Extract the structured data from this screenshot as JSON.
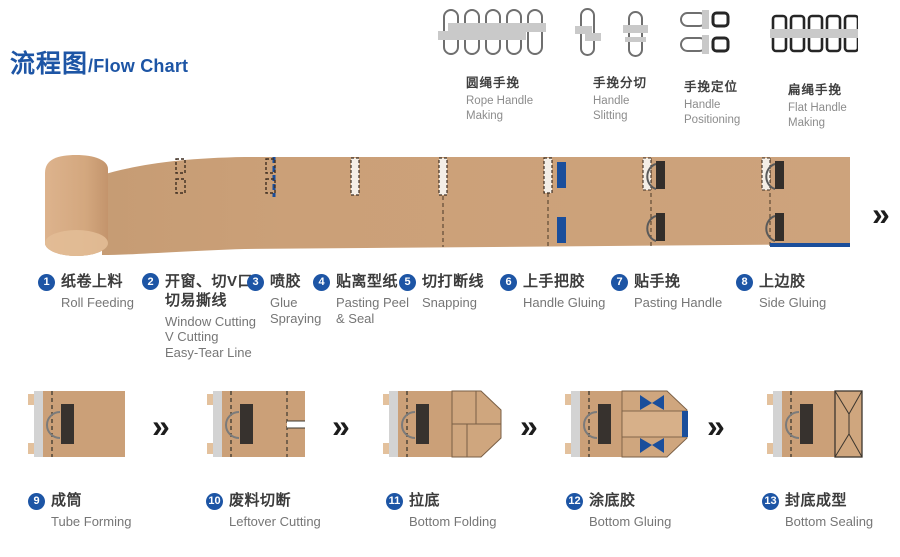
{
  "title": {
    "zh": "流程图",
    "en": "/Flow Chart"
  },
  "top_processes": [
    {
      "zh": "圆绳手挽",
      "en": "Rope Handle\nMaking"
    },
    {
      "zh": "手挽分切",
      "en": "Handle\nSlitting"
    },
    {
      "zh": "手挽定位",
      "en": "Handle\nPositioning"
    },
    {
      "zh": "扁绳手挽",
      "en": "Flat Handle\nMaking"
    }
  ],
  "steps_top": [
    {
      "num": "1",
      "zh": "纸卷上料",
      "en": "Roll Feeding"
    },
    {
      "num": "2",
      "zh": "开窗、切V口\n切易撕线",
      "en": "Window Cutting\nV Cutting\nEasy-Tear Line"
    },
    {
      "num": "3",
      "zh": "喷胶",
      "en": "Glue\nSpraying"
    },
    {
      "num": "4",
      "zh": "贴离型纸",
      "en": "Pasting Peel\n& Seal"
    },
    {
      "num": "5",
      "zh": "切打断线",
      "en": "Snapping"
    },
    {
      "num": "6",
      "zh": "上手把胶",
      "en": "Handle Gluing"
    },
    {
      "num": "7",
      "zh": "贴手挽",
      "en": "Pasting Handle"
    },
    {
      "num": "8",
      "zh": "上边胶",
      "en": "Side Gluing"
    }
  ],
  "steps_bottom": [
    {
      "num": "9",
      "zh": "成筒",
      "en": "Tube Forming"
    },
    {
      "num": "10",
      "zh": "废料切断",
      "en": "Leftover Cutting"
    },
    {
      "num": "11",
      "zh": "拉底",
      "en": "Bottom Folding"
    },
    {
      "num": "12",
      "zh": "涂底胶",
      "en": "Bottom Gluing"
    },
    {
      "num": "13",
      "zh": "封底成型",
      "en": "Bottom Sealing"
    }
  ],
  "arrow_glyph": "»",
  "colors": {
    "accent_blue": "#1d55a5",
    "glue_blue": "#1a4e9b",
    "paper": "#cba078",
    "paper_light": "#dfb992",
    "handle_dark": "#332e2a",
    "icon_gray": "#c9c9c9",
    "text_dark": "#3c3c3c",
    "text_gray": "#767676"
  }
}
